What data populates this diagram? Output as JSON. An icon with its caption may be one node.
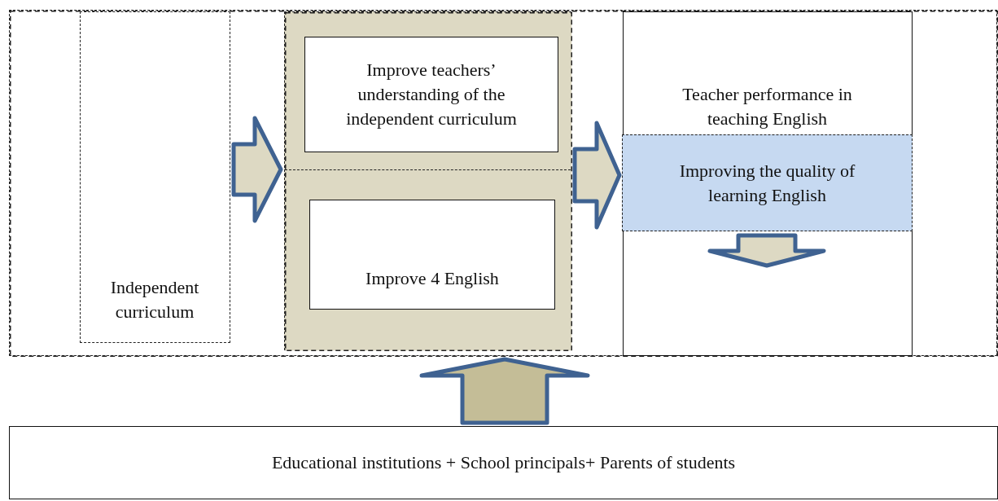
{
  "diagram": {
    "nodes": [
      {
        "text": [],
        "shape": "box"
      },
      {
        "text": [
          "Independent curriculum"
        ],
        "in": 0
      },
      {
        "text": [],
        "shape": "box",
        "in": 0
      },
      {
        "text": [
          "Improve teachers’ understanding of the independent curriculum"
        ],
        "in": 2
      },
      {
        "text": [
          "Improve 4 English"
        ],
        "in": 2
      },
      {
        "text": [
          "Teacher performance in teaching English"
        ],
        "in": 0
      },
      {
        "text": [
          "Improving the quality of learning English"
        ],
        "in": 5
      },
      {
        "text": [
          "Educational institutions + School principals+ Parents of students"
        ]
      }
    ],
    "edges": [
      {
        "from": 1,
        "to": 2,
        "arrow": "to"
      },
      {
        "from": 2,
        "to": 5,
        "arrow": "to"
      },
      {
        "from": 6,
        "to": null,
        "arrow": "to"
      },
      {
        "from": 7,
        "to": 0,
        "arrow": "to"
      }
    ]
  }
}
